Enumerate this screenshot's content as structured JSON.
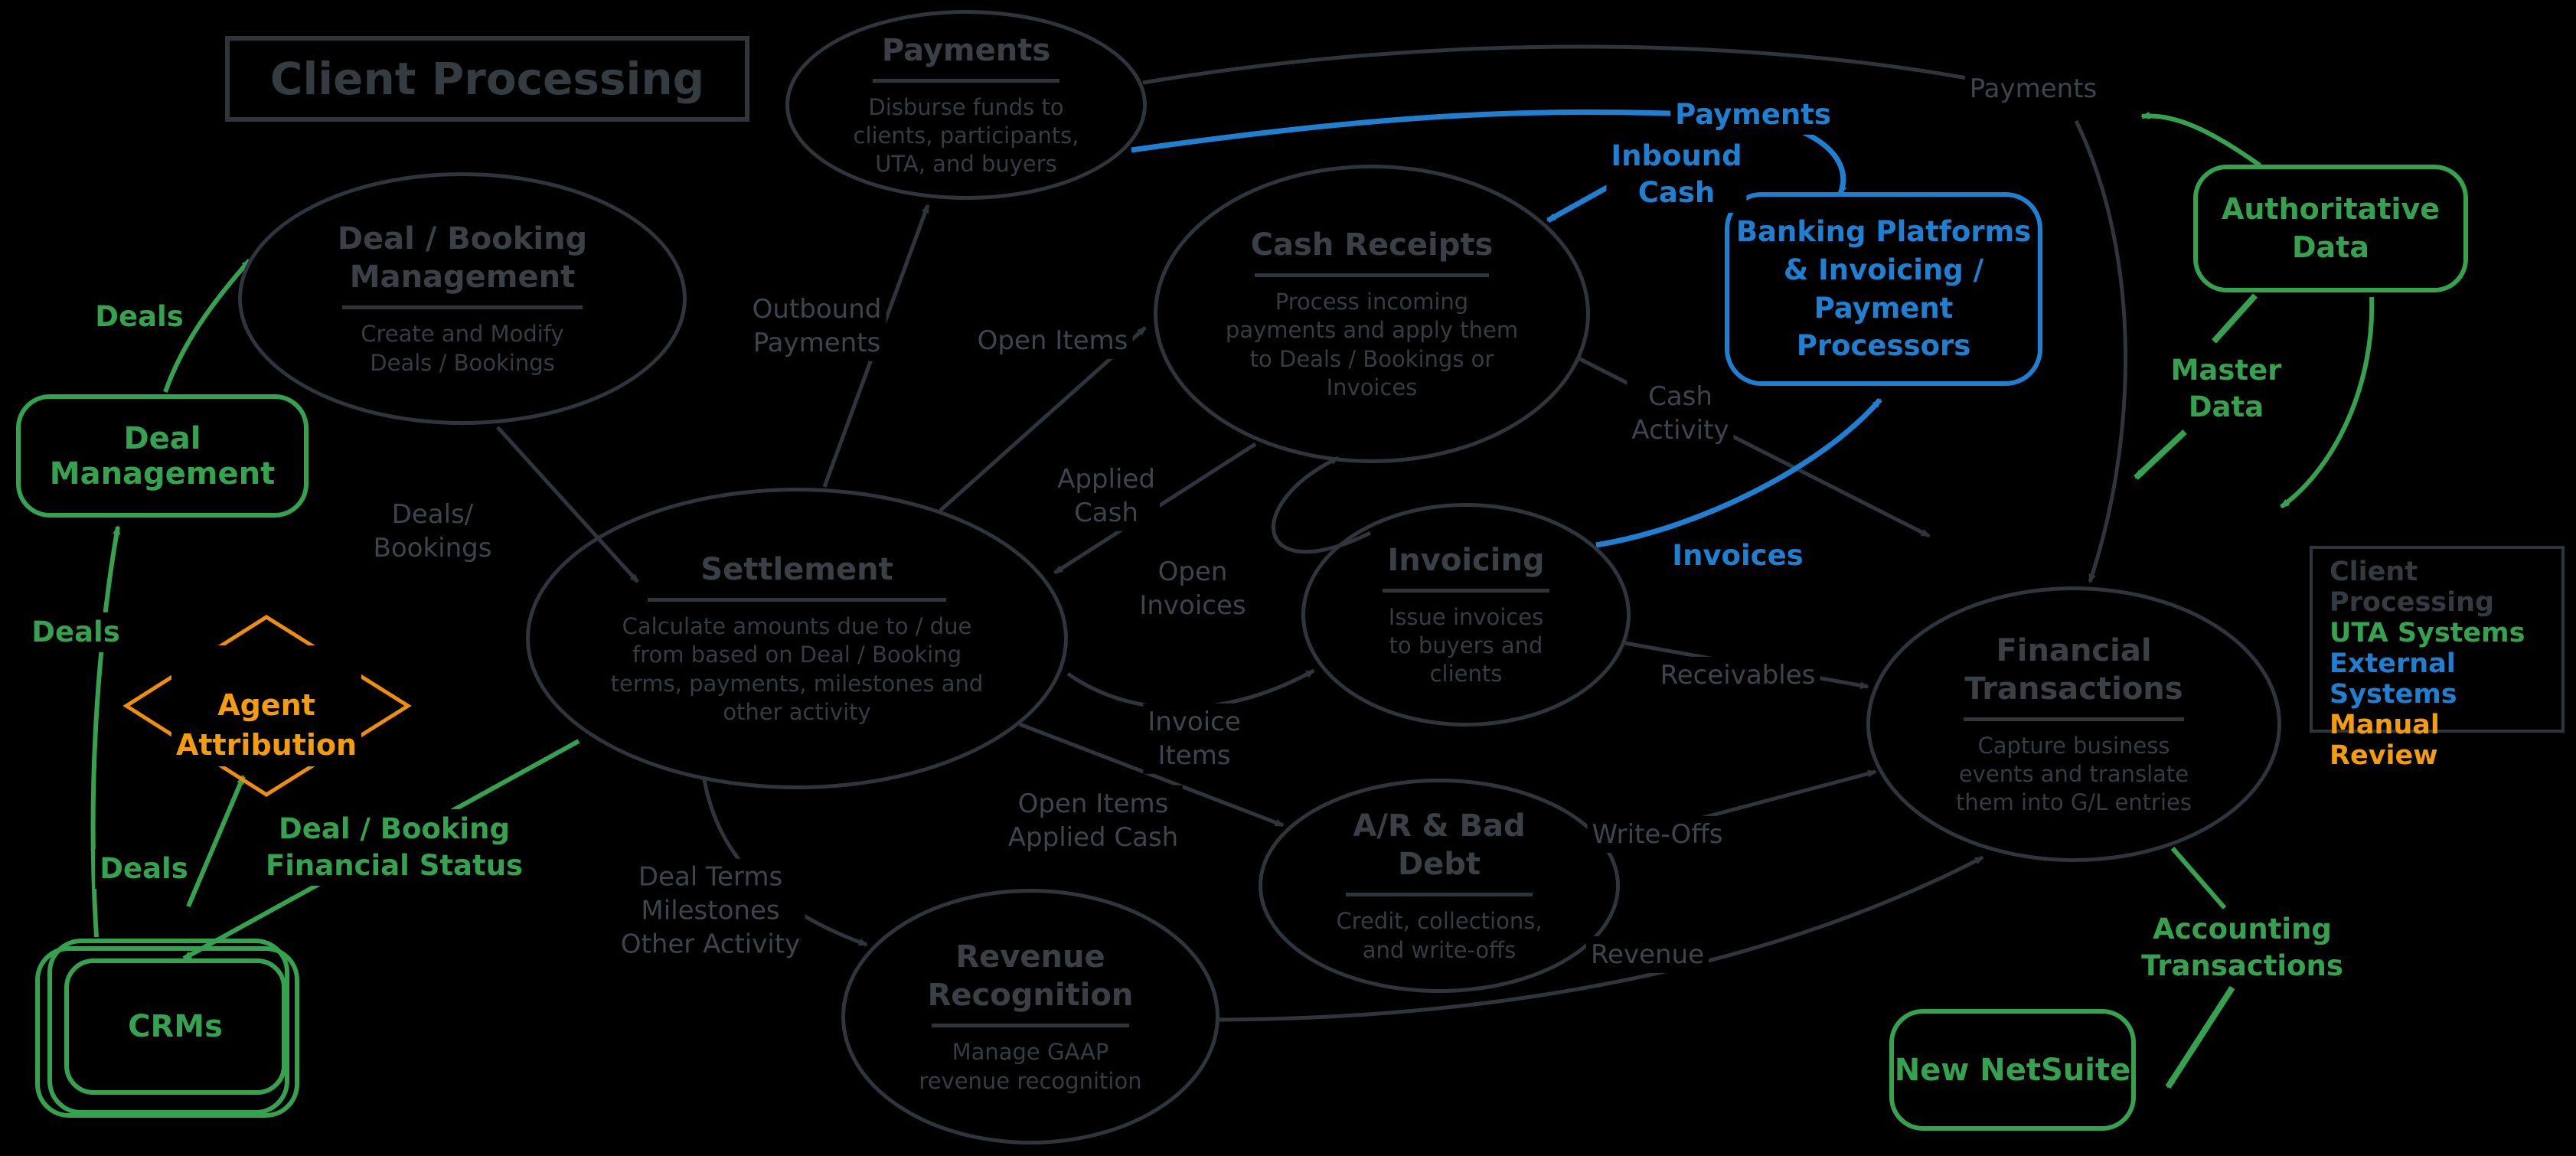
{
  "title": "Client Processing",
  "colors": {
    "background": "#000000",
    "client_processing_gray": "#343a40",
    "uta_green": "#35a24f",
    "external_blue": "#1f7fd1",
    "manual_orange": "#f39c0c"
  },
  "nodes": {
    "payments": {
      "title": "Payments",
      "desc": "Disburse funds to\nclients, participants,\nUTA, and buyers"
    },
    "deal_booking_mgmt": {
      "title": "Deal / Booking\nManagement",
      "desc": "Create and Modify\nDeals / Bookings"
    },
    "settlement": {
      "title": "Settlement",
      "desc": "Calculate amounts due to / due\nfrom based on Deal / Booking\nterms, payments, milestones and\nother activity"
    },
    "cash_receipts": {
      "title": "Cash Receipts",
      "desc": "Process incoming\npayments and apply them\nto Deals / Bookings or\nInvoices"
    },
    "invoicing": {
      "title": "Invoicing",
      "desc": "Issue invoices\nto buyers and\nclients"
    },
    "ar_bad_debt": {
      "title": "A/R & Bad\nDebt",
      "desc": "Credit, collections,\nand write-offs"
    },
    "revenue_recognition": {
      "title": "Revenue\nRecognition",
      "desc": "Manage GAAP\nrevenue recognition"
    },
    "financial_transactions": {
      "title": "Financial\nTransactions",
      "desc": "Capture business\nevents and translate\nthem into G/L entries"
    }
  },
  "systems": {
    "deal_management": "Deal Management",
    "crms": "CRMs",
    "agent_attribution": "Agent\nAttribution",
    "banking_platforms": "Banking Platforms\n& Invoicing /\nPayment Processors",
    "authoritative_data": "Authoritative\nData",
    "new_netsuite": "New NetSuite"
  },
  "labels": {
    "deals_1": "Deals",
    "deals_2": "Deals",
    "deals_3": "Deals",
    "deal_booking_financial_status": "Deal / Booking\nFinancial Status",
    "deals_bookings": "Deals/\nBookings",
    "outbound_payments": "Outbound\nPayments",
    "open_items": "Open Items",
    "applied_cash": "Applied\nCash",
    "open_invoices": "Open\nInvoices",
    "invoice_items": "Invoice\nItems",
    "open_items_applied_cash": "Open Items\nApplied Cash",
    "deal_terms": "Deal Terms\nMilestones\nOther Activity",
    "payments_blue": "Payments",
    "inbound_cash": "Inbound\nCash",
    "invoices_blue": "Invoices",
    "payments_gray": "Payments",
    "cash_activity": "Cash\nActivity",
    "receivables": "Receivables",
    "write_offs": "Write-Offs",
    "revenue": "Revenue",
    "master_data": "Master\nData",
    "accounting_transactions": "Accounting\nTransactions"
  },
  "legend": {
    "items": [
      {
        "label": "Client Processing",
        "color": "#343a40"
      },
      {
        "label": "UTA Systems",
        "color": "#35a24f"
      },
      {
        "label": "External Systems",
        "color": "#1f7fd1"
      },
      {
        "label": "Manual Review",
        "color": "#f39c0c"
      }
    ]
  }
}
